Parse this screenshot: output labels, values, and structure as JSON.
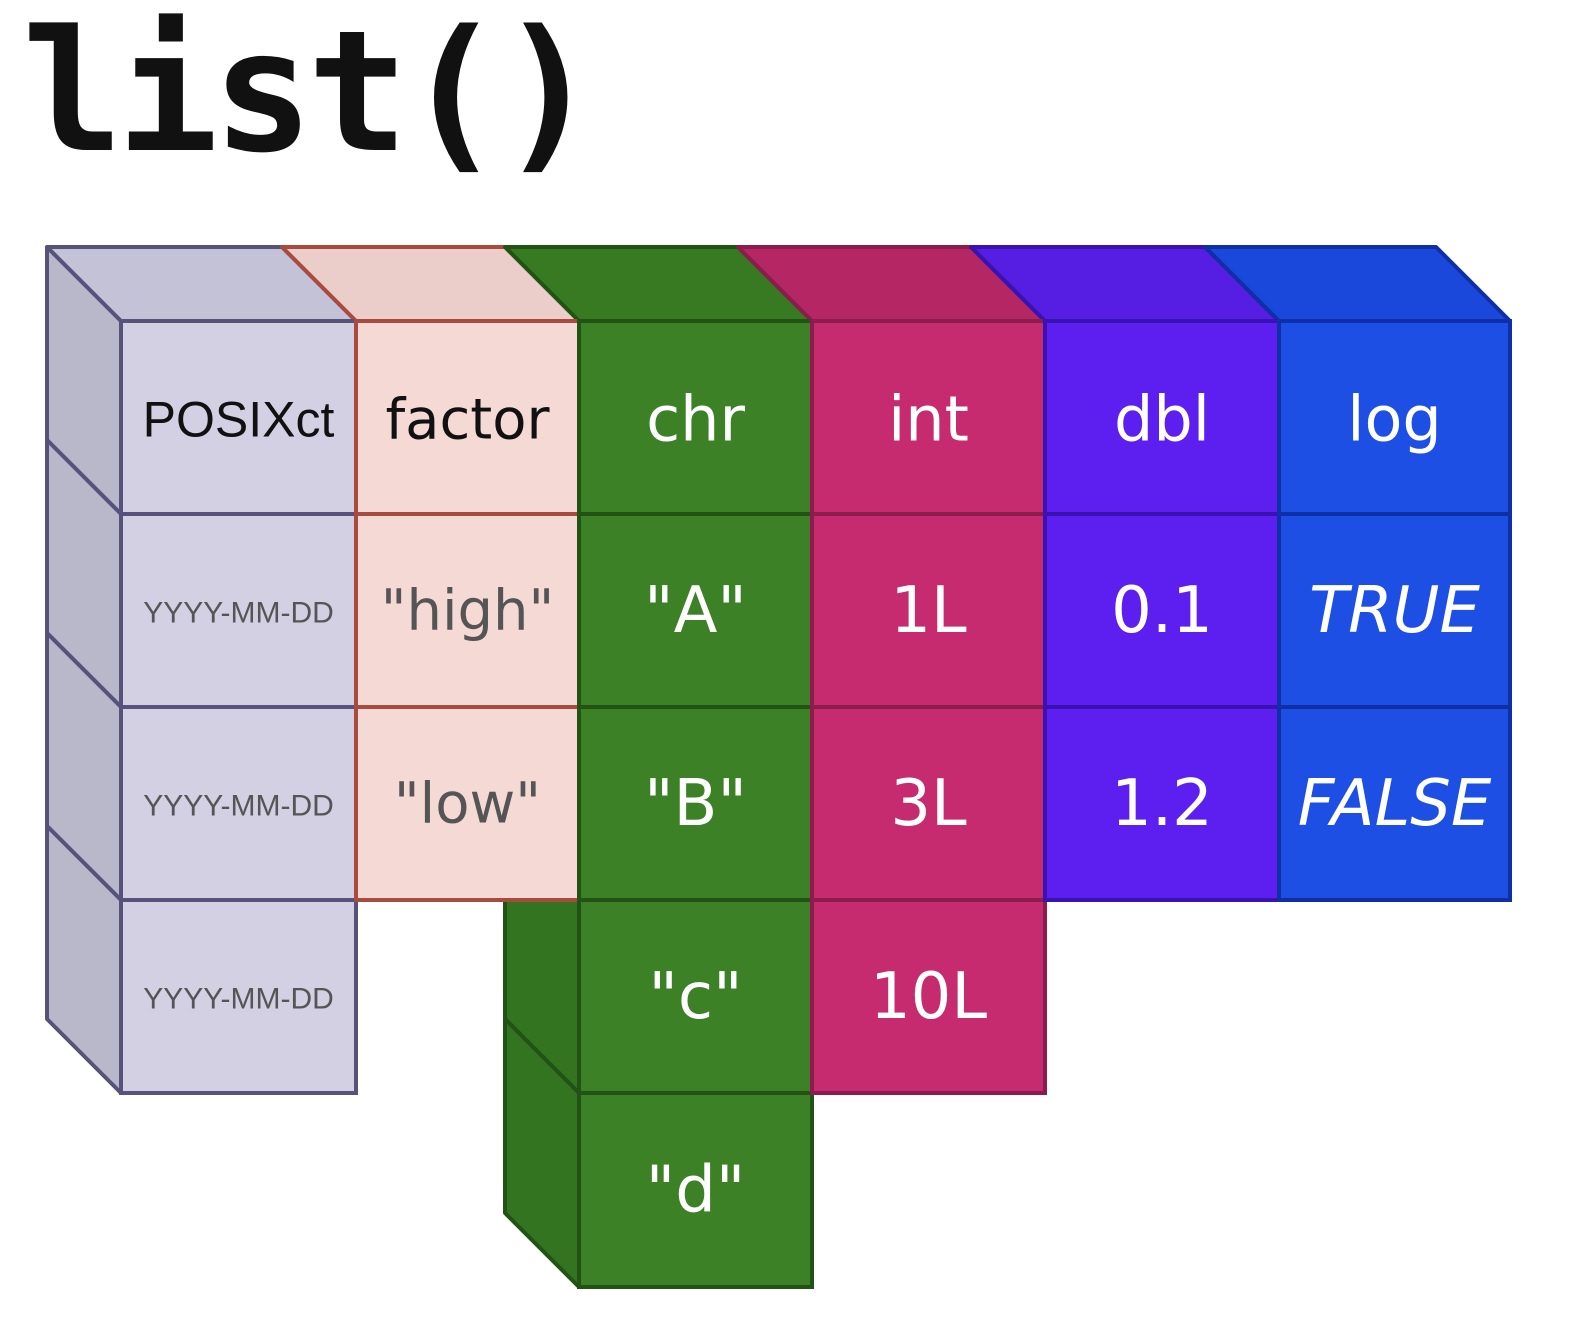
{
  "title": "list()",
  "columns": [
    {
      "key": "posixct",
      "header": "POSIXct",
      "values": [
        "YYYY-MM-DD",
        "YYYY-MM-DD",
        "YYYY-MM-DD"
      ],
      "italic": false,
      "colors": {
        "front": "#d2d0e2",
        "top": "#c4c2d6",
        "side": "#b9b7ca",
        "stroke": "#56527a",
        "header_text": "#111111",
        "value_text": "#555555"
      }
    },
    {
      "key": "factor",
      "header": "factor",
      "values": [
        "\"high\"",
        "\"low\""
      ],
      "italic": false,
      "colors": {
        "front": "#f4d9d5",
        "top": "#ebcdc9",
        "side": "#e0c0bc",
        "stroke": "#a84a3e",
        "header_text": "#111111",
        "value_text": "#555555"
      }
    },
    {
      "key": "chr",
      "header": "chr",
      "values": [
        "\"A\"",
        "\"B\"",
        "\"c\"",
        "\"d\""
      ],
      "italic": false,
      "colors": {
        "front": "#3d8126",
        "top": "#377a22",
        "side": "#337420",
        "stroke": "#215414",
        "header_text": "#ffffff",
        "value_text": "#ffffff"
      }
    },
    {
      "key": "int",
      "header": "int",
      "values": [
        "1L",
        "3L",
        "10L"
      ],
      "italic": false,
      "colors": {
        "front": "#c52b6e",
        "top": "#b52665",
        "side": "#a8225d",
        "stroke": "#8c1c4c",
        "header_text": "#ffffff",
        "value_text": "#ffffff"
      }
    },
    {
      "key": "dbl",
      "header": "dbl",
      "values": [
        "0.1",
        "1.2"
      ],
      "italic": false,
      "colors": {
        "front": "#5c1ff0",
        "top": "#561de3",
        "side": "#4f1ad2",
        "stroke": "#3a12b2",
        "header_text": "#ffffff",
        "value_text": "#ffffff"
      }
    },
    {
      "key": "log",
      "header": "log",
      "values": [
        "TRUE",
        "FALSE"
      ],
      "italic": true,
      "colors": {
        "front": "#1e4fe4",
        "top": "#1a48da",
        "side": "#1742c6",
        "stroke": "#0e2fa8",
        "header_text": "#ffffff",
        "value_text": "#ffffff"
      }
    }
  ]
}
